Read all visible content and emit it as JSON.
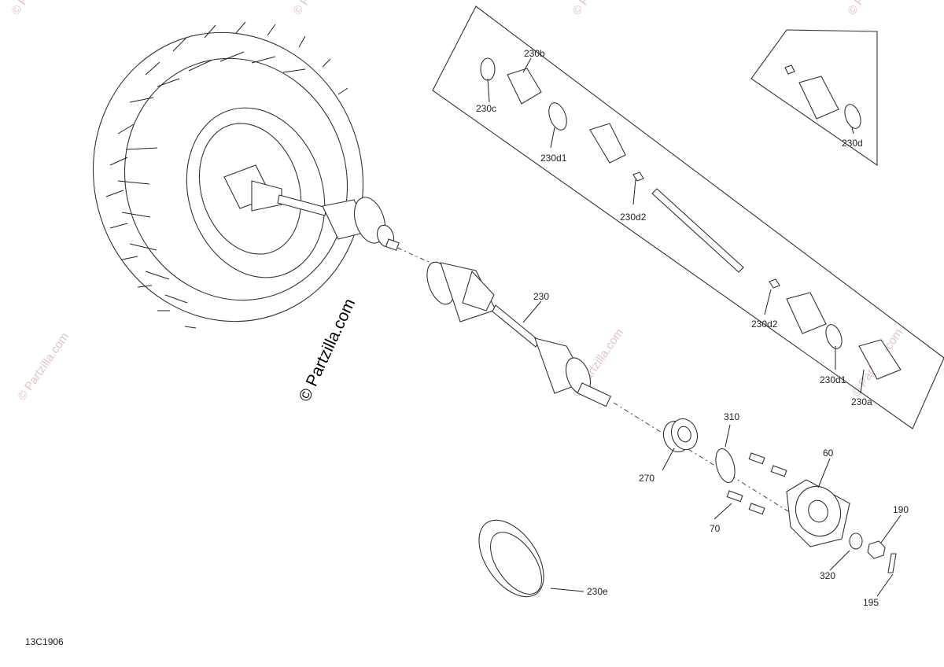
{
  "diagram": {
    "code": "13C1906",
    "watermark_main": "© Partzilla.com",
    "watermark_small": "© Partzilla.com",
    "detail_box_labels": {
      "p230b": "230b",
      "p230c": "230c",
      "p230d1_top": "230d1",
      "p230d2_top": "230d2",
      "p230d2_bottom": "230d2",
      "p230d1_bottom": "230d1",
      "p230a": "230a"
    },
    "inset_labels": {
      "p230d": "230d"
    },
    "main_labels": {
      "p230": "230",
      "p310": "310",
      "p270": "270",
      "p60": "60",
      "p70": "70",
      "p190": "190",
      "p320": "320",
      "p195": "195",
      "p230e": "230e"
    }
  }
}
